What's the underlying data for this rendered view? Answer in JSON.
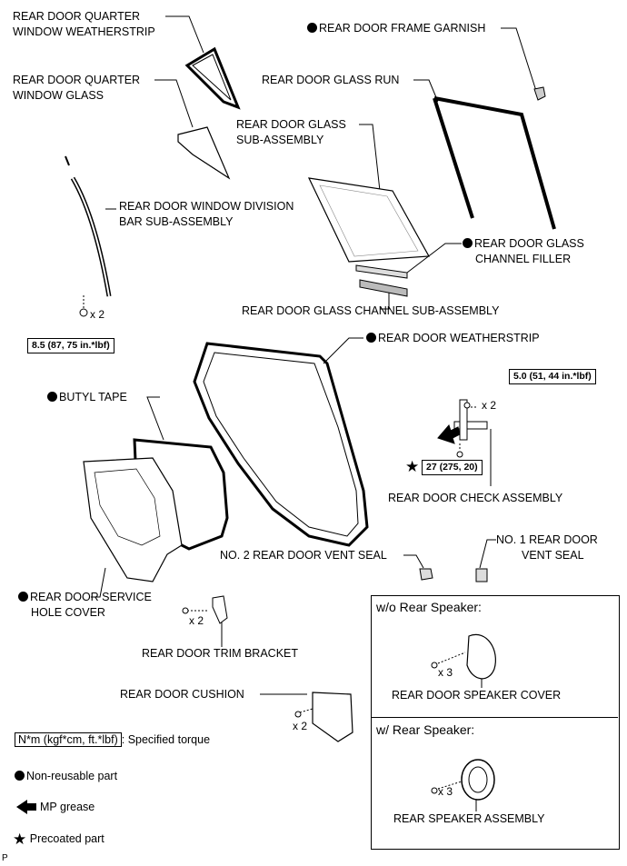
{
  "parts": {
    "quarter_weatherstrip": [
      "REAR DOOR QUARTER",
      "WINDOW WEATHERSTRIP"
    ],
    "frame_garnish": "REAR DOOR FRAME GARNISH",
    "quarter_glass": [
      "REAR DOOR QUARTER",
      "WINDOW GLASS"
    ],
    "glass_run": "REAR DOOR GLASS RUN",
    "glass_subassy": [
      "REAR DOOR GLASS",
      "SUB-ASSEMBLY"
    ],
    "division_bar": [
      "REAR DOOR WINDOW DIVISION",
      "BAR SUB-ASSEMBLY"
    ],
    "channel_filler": [
      "REAR DOOR GLASS",
      "CHANNEL FILLER"
    ],
    "channel_subassy": "REAR DOOR GLASS CHANNEL SUB-ASSEMBLY",
    "weatherstrip": "REAR DOOR WEATHERSTRIP",
    "butyl_tape": "BUTYL TAPE",
    "check_assy": "REAR DOOR CHECK ASSEMBLY",
    "vent_seal_2": "NO. 2 REAR DOOR VENT SEAL",
    "vent_seal_1": [
      "NO. 1 REAR DOOR",
      "VENT SEAL"
    ],
    "service_hole_cover": [
      "REAR DOOR SERVICE",
      "HOLE COVER"
    ],
    "trim_bracket": "REAR DOOR TRIM BRACKET",
    "cushion": "REAR DOOR CUSHION",
    "speaker_cover": "REAR DOOR SPEAKER COVER",
    "speaker_assy": "REAR SPEAKER ASSEMBLY"
  },
  "torques": {
    "division_bar": "8.5 (87, 75 in.*lbf)",
    "check_upper": "5.0 (51, 44 in.*lbf)",
    "check_lower": "27 (275, 20)"
  },
  "quantities": {
    "division_bar_screw": "x 2",
    "check_screws": "x 2",
    "bracket_screws": "x 2",
    "cushion_screws": "x 2",
    "speaker_cover_screws": "x 3",
    "speaker_screws": "x 3"
  },
  "panels": {
    "without_speaker": "w/o Rear Speaker:",
    "with_speaker": "w/ Rear Speaker:"
  },
  "legend": {
    "torque_key": "N*m (kgf*cm, ft.*lbf)",
    "torque_desc": ": Specified torque",
    "nonreusable": "Non-reusable part",
    "mp_grease": "MP grease",
    "precoated": "Precoated part"
  },
  "corner_mark": "P"
}
